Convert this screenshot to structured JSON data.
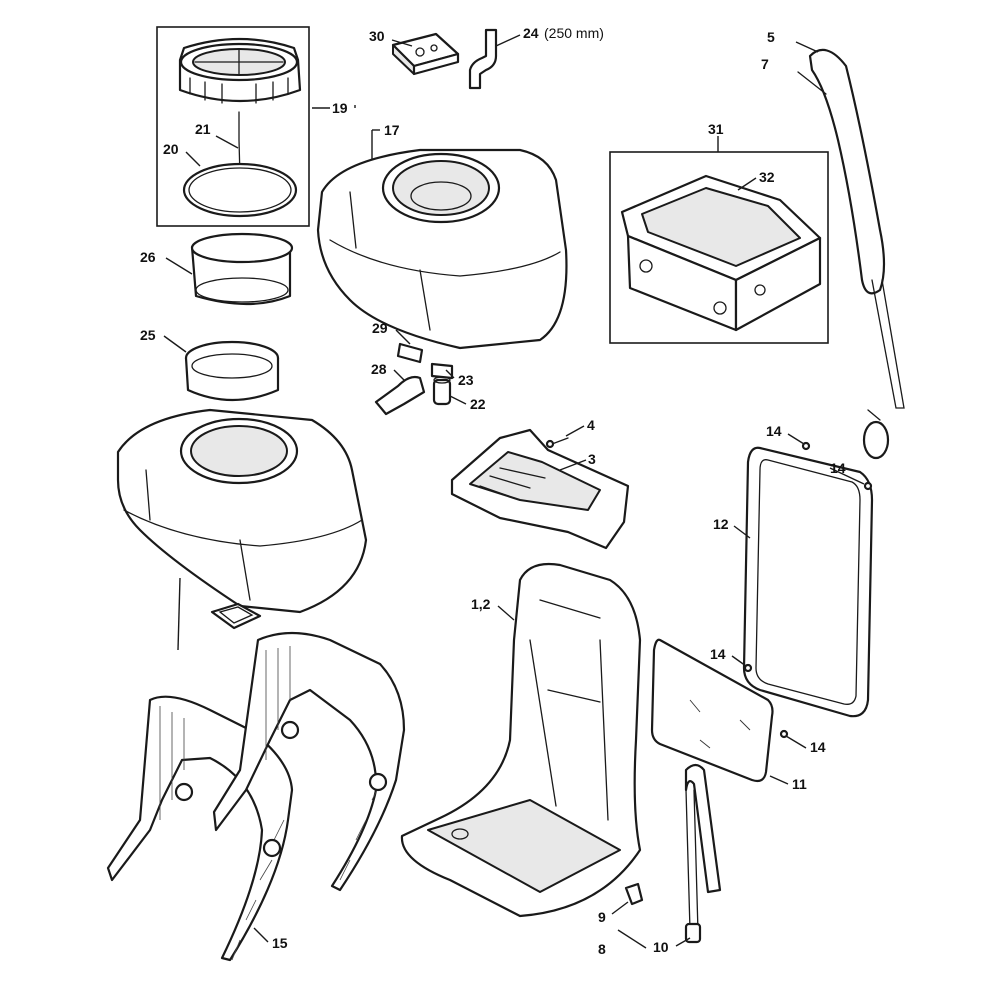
{
  "callouts": {
    "c30": "30",
    "c24": "24",
    "c24_note": "(250 mm)",
    "c5": "5",
    "c7": "7",
    "c19": "19",
    "c17": "17",
    "c21": "21",
    "c20": "20",
    "c31": "31",
    "c32": "32",
    "c26": "26",
    "c29": "29",
    "c25": "25",
    "c28": "28",
    "c23": "23",
    "c22": "22",
    "c4": "4",
    "c3": "3",
    "c14a": "14",
    "c14b": "14",
    "c12": "12",
    "c1_2": "1,2",
    "c14c": "14",
    "c14d": "14",
    "c11": "11",
    "c15": "15",
    "c9": "9",
    "c8": "8",
    "c10": "10"
  }
}
